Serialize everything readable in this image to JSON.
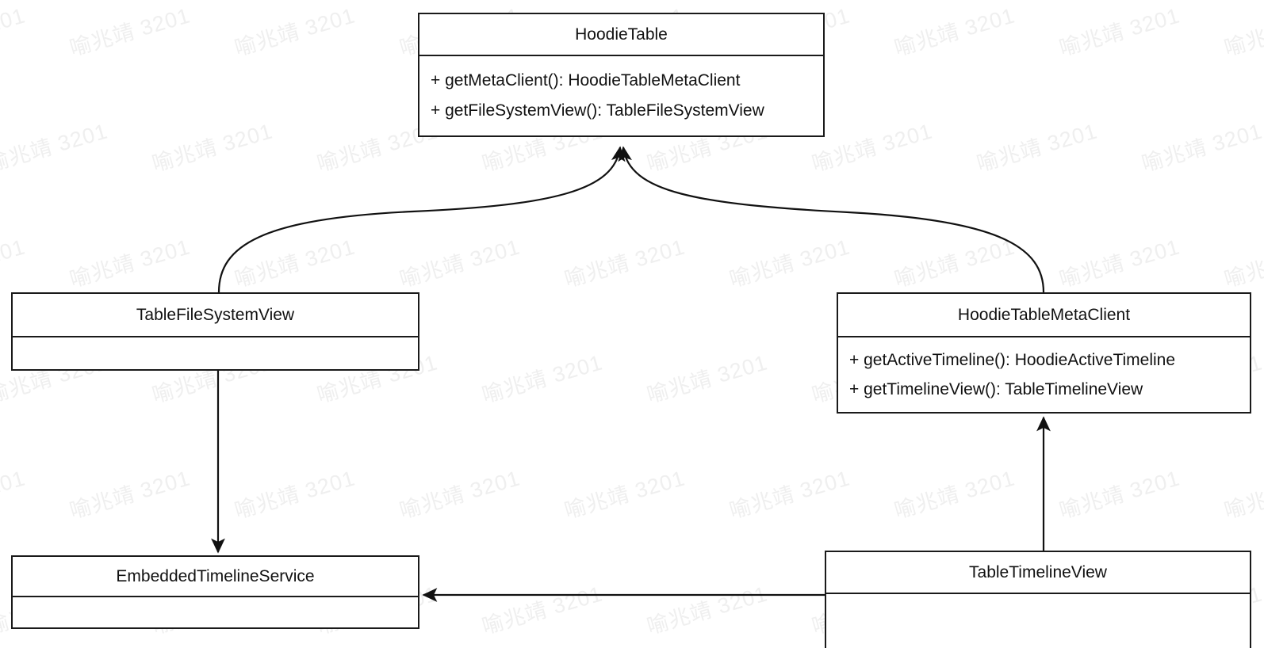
{
  "diagram": {
    "type": "uml-class-diagram",
    "background_color": "#ffffff",
    "line_color": "#1a1a1a",
    "watermark": {
      "text": "喻兆靖 3201",
      "color": "#efefef",
      "rotation_deg": -16
    },
    "classes": [
      {
        "id": "hoodie-table",
        "name": "HoodieTable",
        "members": [
          "+ getMetaClient(): HoodieTableMetaClient",
          "+ getFileSystemView(): TableFileSystemView"
        ]
      },
      {
        "id": "table-file-system-view",
        "name": "TableFileSystemView",
        "members": []
      },
      {
        "id": "hoodie-table-meta-client",
        "name": "HoodieTableMetaClient",
        "members": [
          "+ getActiveTimeline(): HoodieActiveTimeline",
          "+ getTimelineView(): TableTimelineView"
        ]
      },
      {
        "id": "embedded-timeline-service",
        "name": "EmbeddedTimelineService",
        "members": []
      },
      {
        "id": "table-timeline-view",
        "name": "TableTimelineView",
        "members": []
      }
    ],
    "relations": [
      {
        "id": "rel-tfsv-to-hoodietable",
        "from": "table-file-system-view",
        "to": "hoodie-table",
        "style": "curved",
        "arrow": "solid-filled"
      },
      {
        "id": "rel-htmc-to-hoodietable",
        "from": "hoodie-table-meta-client",
        "to": "hoodie-table",
        "style": "curved",
        "arrow": "solid-filled"
      },
      {
        "id": "rel-tfsv-to-ets",
        "from": "table-file-system-view",
        "to": "embedded-timeline-service",
        "style": "straight-vertical",
        "arrow": "solid-filled"
      },
      {
        "id": "rel-ttv-to-htmc",
        "from": "table-timeline-view",
        "to": "hoodie-table-meta-client",
        "style": "straight-vertical",
        "arrow": "solid-filled"
      },
      {
        "id": "rel-ttv-to-ets",
        "from": "table-timeline-view",
        "to": "embedded-timeline-service",
        "style": "straight-horizontal",
        "arrow": "solid-filled"
      }
    ]
  }
}
